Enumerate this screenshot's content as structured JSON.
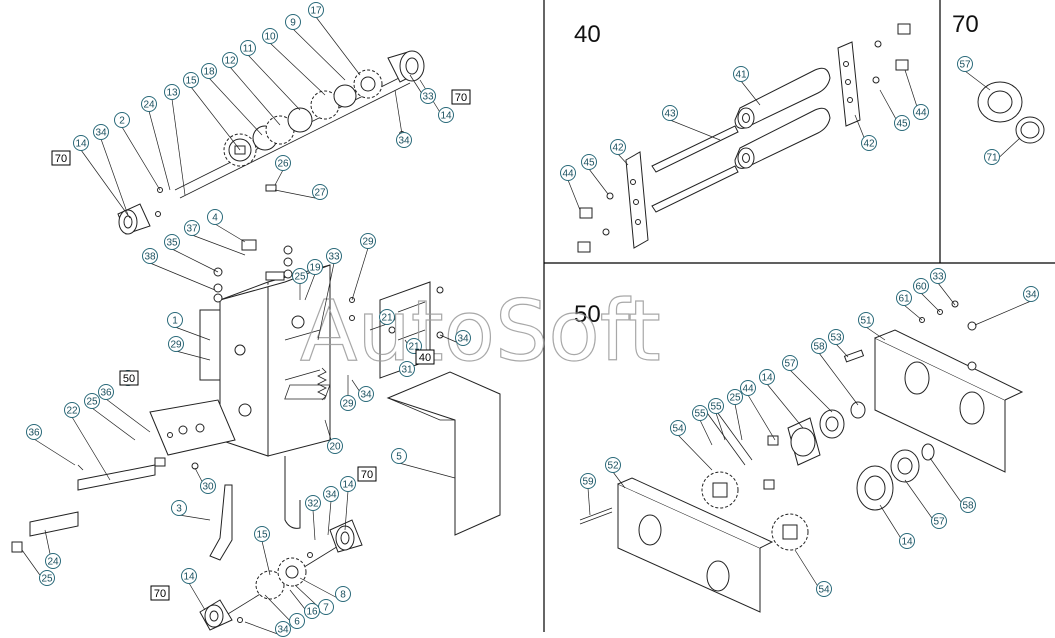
{
  "sections": [
    "40",
    "70",
    "50"
  ],
  "watermark": "AutoSoft",
  "part_boxes": [
    "70",
    "70",
    "70",
    "50",
    "40"
  ],
  "callouts": {
    "main": [
      "17",
      "9",
      "10",
      "11",
      "12",
      "18",
      "15",
      "13",
      "24",
      "2",
      "34",
      "14",
      "33",
      "14",
      "34",
      "26",
      "27",
      "4",
      "37",
      "35",
      "38",
      "29",
      "33",
      "19",
      "25",
      "1",
      "29",
      "21",
      "34",
      "21",
      "31",
      "34",
      "29",
      "20",
      "5",
      "50",
      "36",
      "25",
      "22",
      "36",
      "30",
      "3",
      "32",
      "34",
      "14",
      "15",
      "8",
      "7",
      "16",
      "6",
      "14",
      "34",
      "24",
      "25"
    ],
    "s40": [
      "41",
      "43",
      "42",
      "45",
      "44",
      "42",
      "45",
      "44"
    ],
    "s70": [
      "57",
      "71"
    ],
    "s50": [
      "33",
      "60",
      "61",
      "34",
      "51",
      "53",
      "58",
      "57",
      "14",
      "44",
      "25",
      "55",
      "55",
      "54",
      "59",
      "52",
      "14",
      "57",
      "58",
      "54"
    ]
  }
}
